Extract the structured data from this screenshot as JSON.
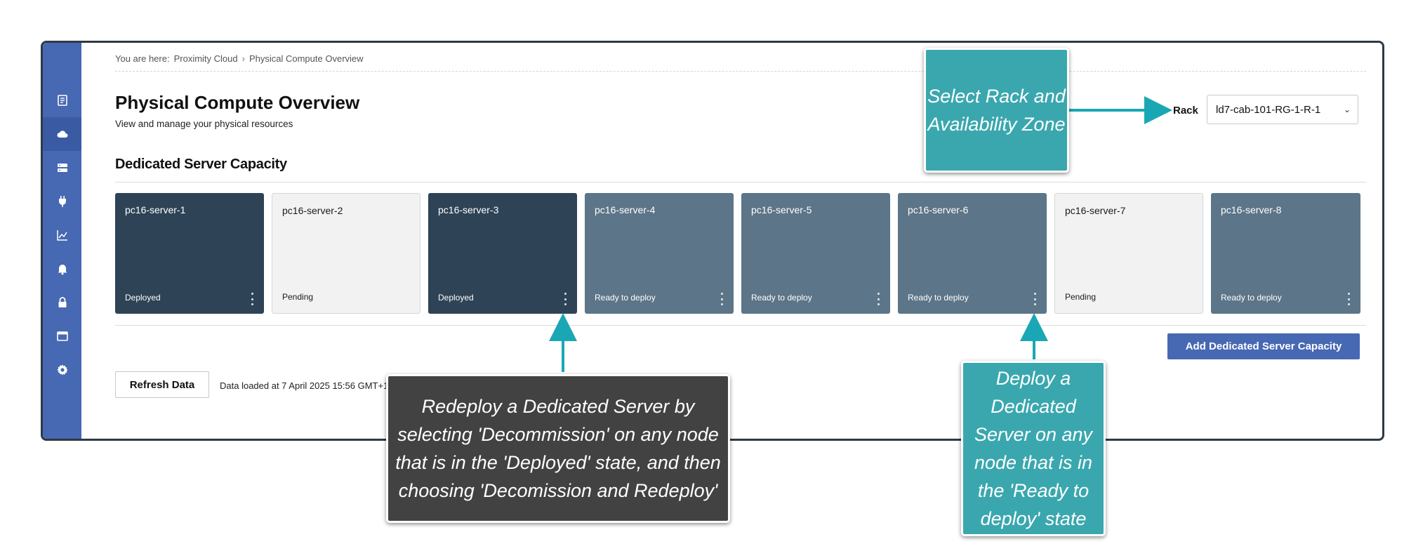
{
  "sidebar": {
    "items": [
      {
        "icon": "document-icon",
        "active": false
      },
      {
        "icon": "cloud-icon",
        "active": true
      },
      {
        "icon": "server-icon",
        "active": false
      },
      {
        "icon": "plug-icon",
        "active": false
      },
      {
        "icon": "chart-icon",
        "active": false
      },
      {
        "icon": "bell-icon",
        "active": false
      },
      {
        "icon": "lock-icon",
        "active": false
      },
      {
        "icon": "window-icon",
        "active": false
      },
      {
        "icon": "gear-icon",
        "active": false
      }
    ]
  },
  "breadcrumb": {
    "prefix": "You are here:",
    "items": [
      "Proximity Cloud",
      "Physical Compute Overview"
    ],
    "separator": "›"
  },
  "header": {
    "title": "Physical Compute Overview",
    "subtitle": "View and manage your physical resources"
  },
  "rack": {
    "label": "Rack",
    "selected": "ld7-cab-101-RG-1-R-1"
  },
  "capacity": {
    "title": "Dedicated Server Capacity",
    "servers": [
      {
        "name": "pc16-server-1",
        "status": "Deployed"
      },
      {
        "name": "pc16-server-2",
        "status": "Pending"
      },
      {
        "name": "pc16-server-3",
        "status": "Deployed"
      },
      {
        "name": "pc16-server-4",
        "status": "Ready to deploy"
      },
      {
        "name": "pc16-server-5",
        "status": "Ready to deploy"
      },
      {
        "name": "pc16-server-6",
        "status": "Ready to deploy"
      },
      {
        "name": "pc16-server-7",
        "status": "Pending"
      },
      {
        "name": "pc16-server-8",
        "status": "Ready to deploy"
      }
    ],
    "add_button": "Add Dedicated Server Capacity"
  },
  "footer": {
    "refresh_button": "Refresh Data",
    "loaded_text": "Data loaded at 7 April 2025 15:56 GMT+1"
  },
  "callouts": {
    "rack": "Select Rack and Availability Zone",
    "redeploy": "Redeploy a Dedicated Server by selecting 'Decommission' on any node that is in the 'Deployed' state, and then choosing 'Decomission and Redeploy'",
    "deploy": "Deploy a Dedicated Server on any node that is in the 'Ready to deploy' state"
  },
  "colors": {
    "sidebar": "#4768b2",
    "deployed": "#2e4356",
    "ready": "#5c7588",
    "pending": "#f2f2f2",
    "callout_teal": "#3aa7ae",
    "callout_dark": "#424242",
    "accent_button": "#4768b2"
  }
}
